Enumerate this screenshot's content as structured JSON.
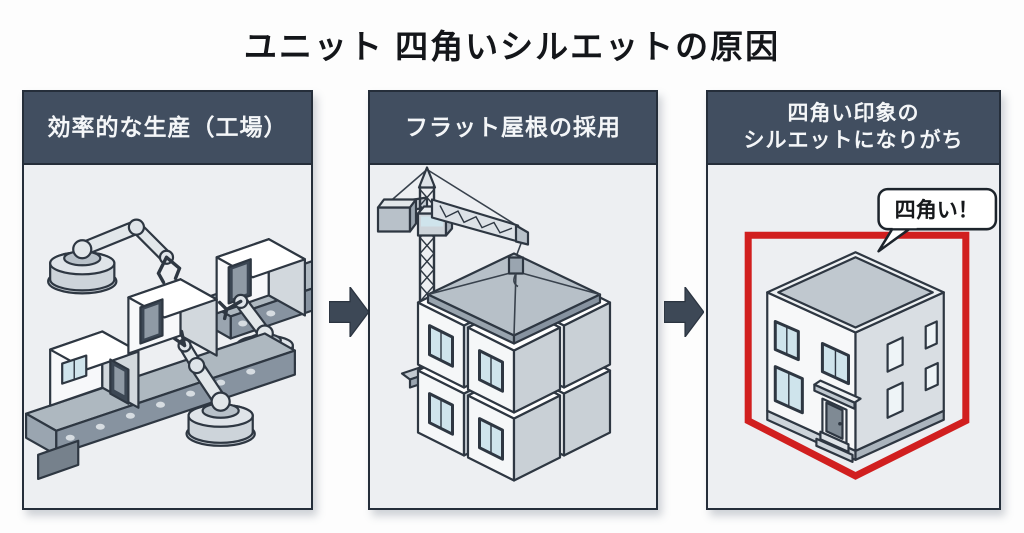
{
  "title": "ユニット 四角いシルエットの原因",
  "panels": [
    {
      "header": "効率的な生産（工場）",
      "illustration": "factory-robot-arms-conveyor"
    },
    {
      "header": "フラット屋根の採用",
      "illustration": "tower-crane-lifting-flat-roof"
    },
    {
      "header_line1": "四角い印象の",
      "header_line2": "シルエットになりがち",
      "illustration": "boxy-house-with-red-outline",
      "bubble": "四角い！"
    }
  ],
  "arrows": {
    "count": 2,
    "direction": "right"
  },
  "colors": {
    "header_bg": "#414e60",
    "panel_bg": "#edeff2",
    "panel_border": "#252e3a",
    "arrow": "#3d4856",
    "highlight_red": "#d11f1f",
    "window_glass": "#cfe4ec",
    "line_art": "#2e3742",
    "title_text": "#14161a",
    "header_text": "#f4f6f8"
  }
}
